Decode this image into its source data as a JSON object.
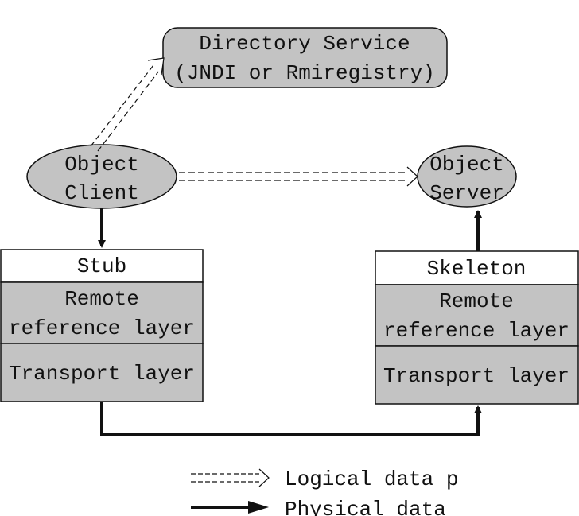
{
  "colors": {
    "node_fill": "#c3c3c3",
    "stroke": "#111111",
    "header_fill": "#ffffff"
  },
  "directory": {
    "line1": "Directory Service",
    "line2": "(JNDI or Rmiregistry)"
  },
  "client": {
    "line1": "Object",
    "line2": "Client"
  },
  "server": {
    "line1": "Object",
    "line2": "Server"
  },
  "client_stack": {
    "header": "Stub",
    "remote1": "Remote",
    "remote2": "reference layer",
    "transport": "Transport layer"
  },
  "server_stack": {
    "header": "Skeleton",
    "remote1": "Remote",
    "remote2": "reference layer",
    "transport": "Transport layer"
  },
  "legend": {
    "logical": "Logical data p",
    "physical": "Physical data"
  }
}
